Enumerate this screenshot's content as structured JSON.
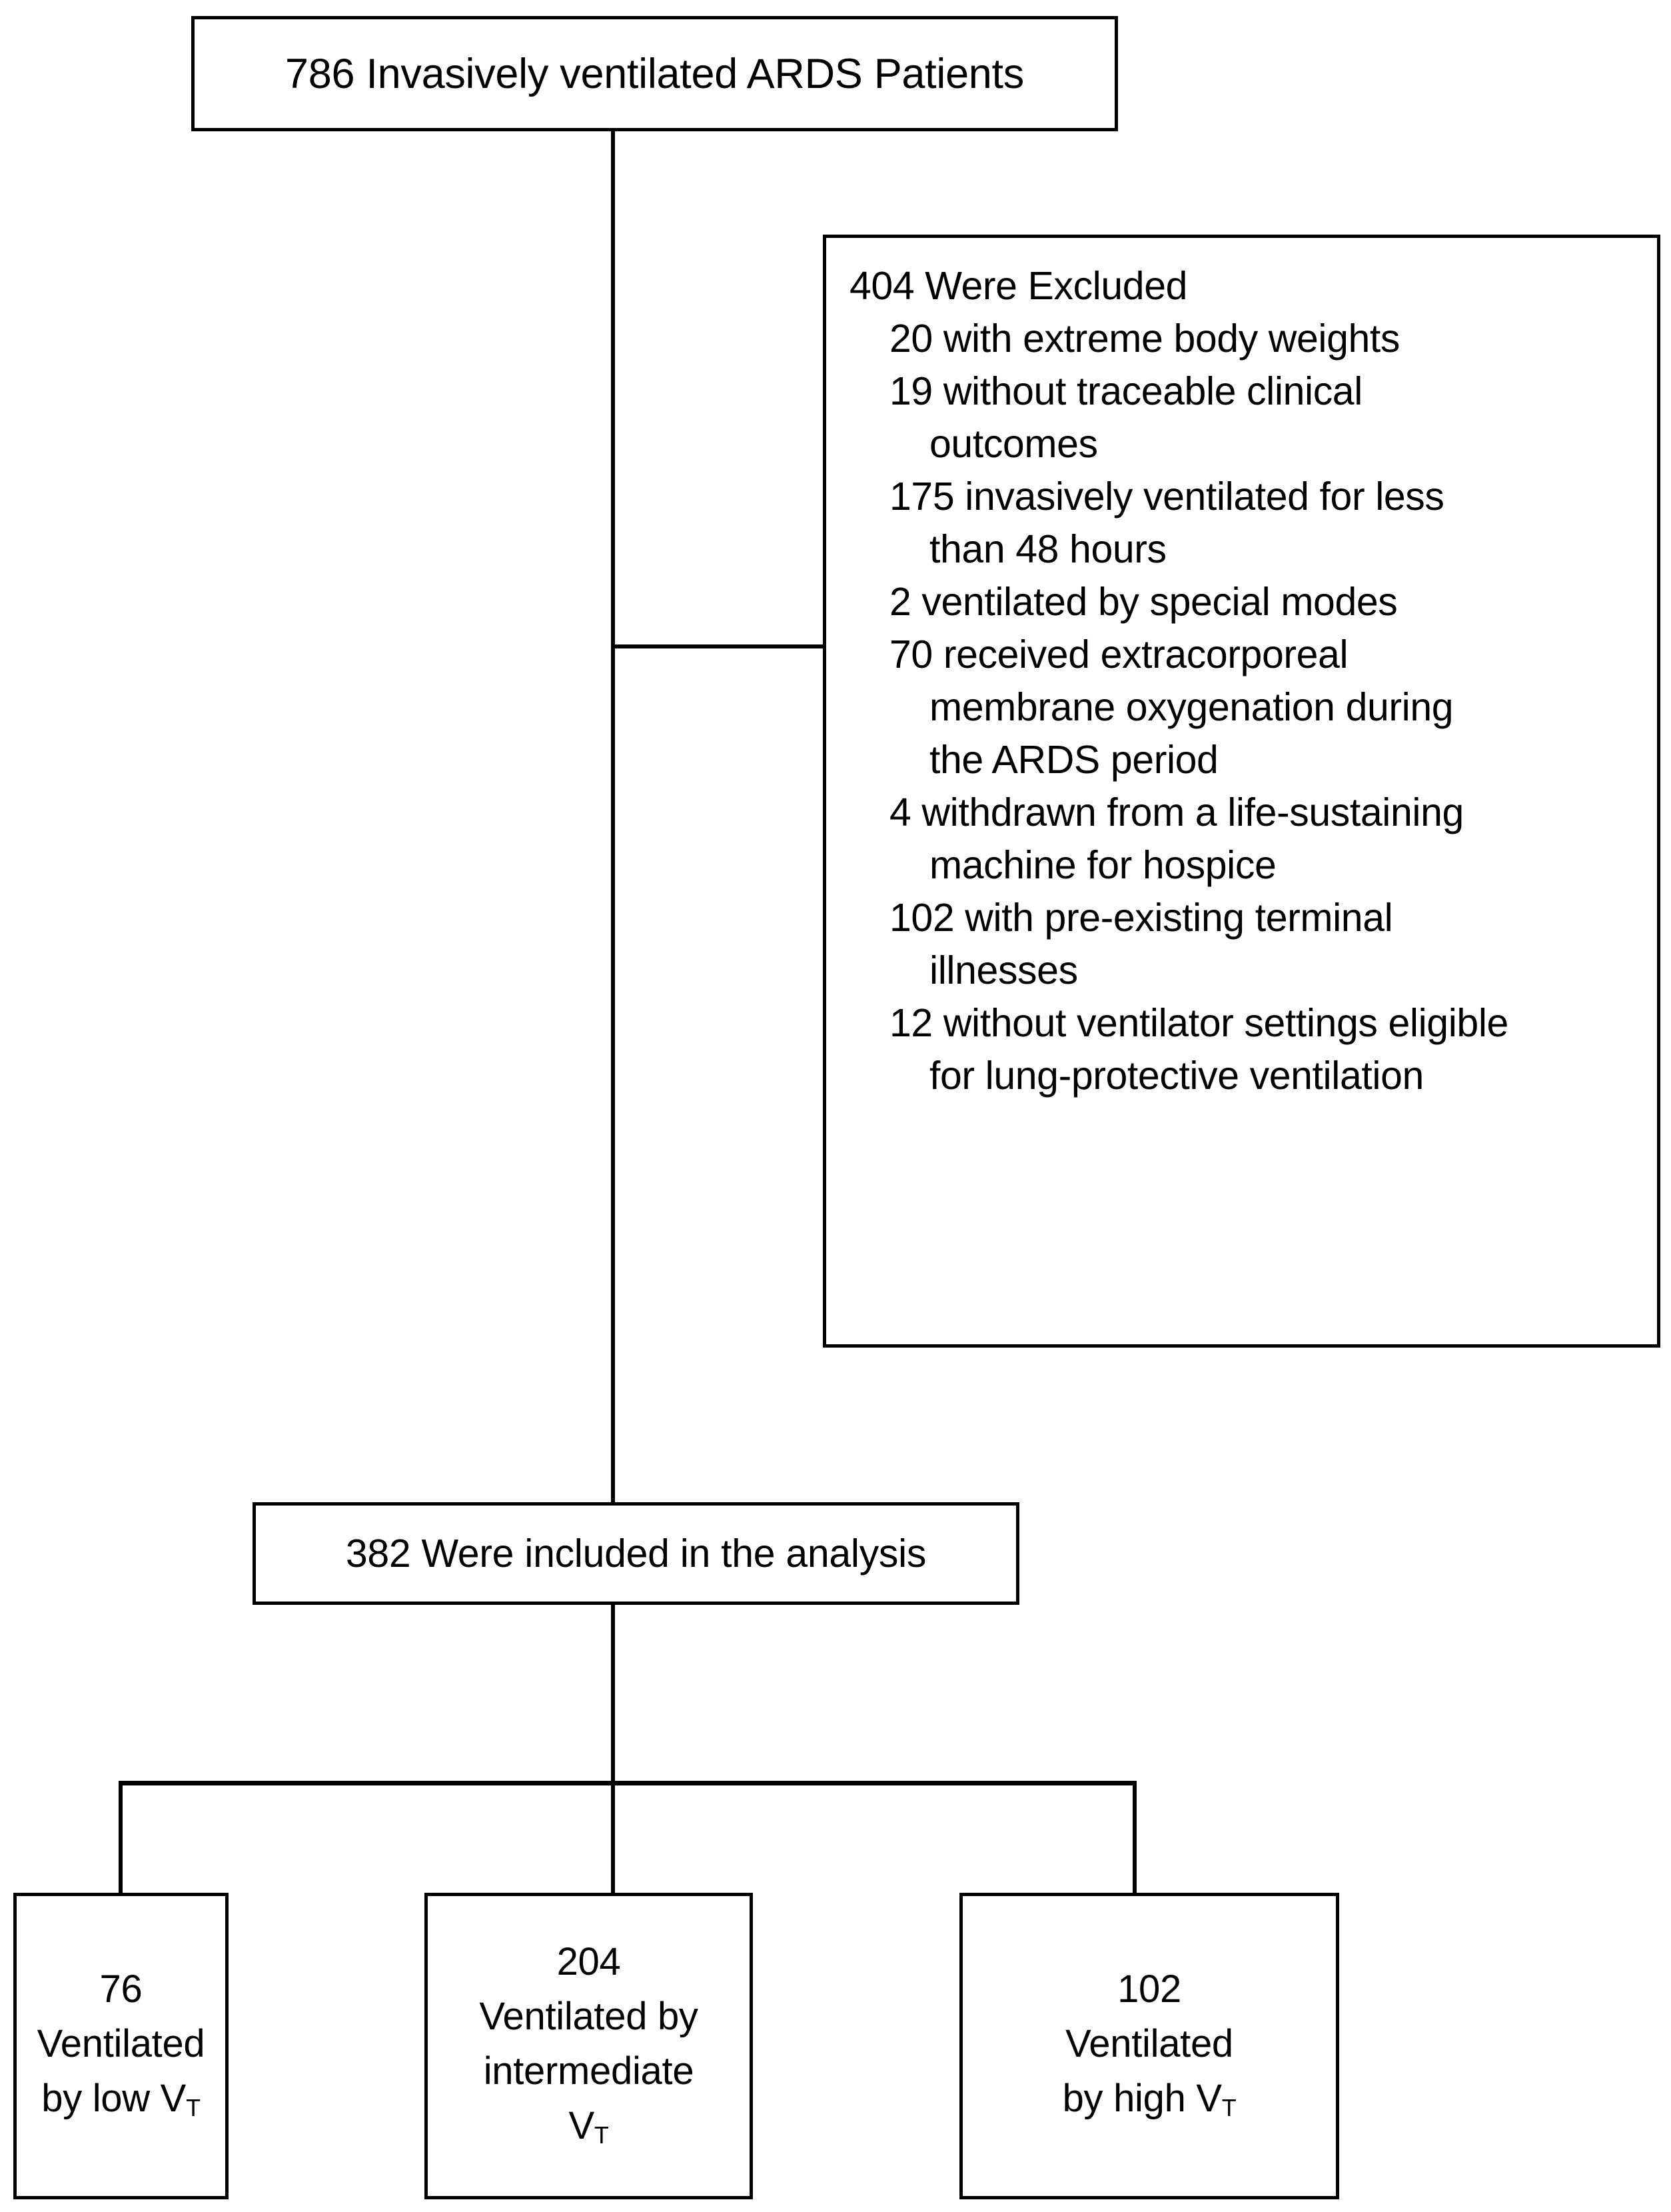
{
  "flowchart": {
    "type": "consort-style patient flow diagram",
    "top": {
      "label": "786 Invasively ventilated ARDS Patients",
      "count": 786
    },
    "exclusion": {
      "heading": "404 Were Excluded",
      "total": 404,
      "items": [
        {
          "count": 20,
          "text": "20 with extreme body weights"
        },
        {
          "count": 19,
          "text": "19 without traceable clinical",
          "cont": "outcomes"
        },
        {
          "count": 175,
          "text": "175 invasively ventilated for less",
          "cont": "than 48 hours"
        },
        {
          "count": 2,
          "text": "2 ventilated by special modes"
        },
        {
          "count": 70,
          "text": "70 received extracorporeal",
          "cont": "membrane oxygenation during",
          "cont2": "the ARDS period"
        },
        {
          "count": 4,
          "text": "4 withdrawn from a life-sustaining",
          "cont": "machine for hospice"
        },
        {
          "count": 102,
          "text": "102 with pre-existing terminal",
          "cont": "illnesses"
        },
        {
          "count": 12,
          "text": "12 without ventilator settings eligible",
          "cont": "for lung-protective ventilation"
        }
      ]
    },
    "included": {
      "label": "382 Were included in the analysis",
      "count": 382
    },
    "groups": [
      {
        "id": "low",
        "count": "76",
        "line1": "76",
        "line2": "Ventilated",
        "line3_pre": "by low V",
        "line3_sub": "T"
      },
      {
        "id": "intermediate",
        "count": "204",
        "line1": "204",
        "line2": "Ventilated by",
        "line3": "intermediate",
        "line4_pre": "V",
        "line4_sub": "T"
      },
      {
        "id": "high",
        "count": "102",
        "line1": "102",
        "line2": "Ventilated",
        "line3_pre": "by high V",
        "line3_sub": "T"
      }
    ],
    "colors": {
      "stroke": "#000000",
      "background": "#ffffff",
      "text": "#000000"
    }
  }
}
